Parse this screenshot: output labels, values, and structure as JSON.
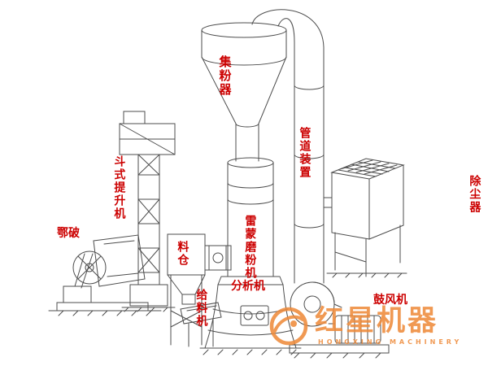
{
  "colors": {
    "background": "#ffffff",
    "label_red": "#cc0000",
    "line_gray": "#4d4d4d",
    "watermark_orange": "#ee8b3c"
  },
  "labels": [
    {
      "id": "powder-collector",
      "text": "集粉器"
    },
    {
      "id": "pipe-device",
      "text": "管道装置"
    },
    {
      "id": "dust-collector",
      "text": "除尘器"
    },
    {
      "id": "bucket-elevator",
      "text": "斗式提升机"
    },
    {
      "id": "jaw-crusher",
      "text": "鄂破"
    },
    {
      "id": "feed-bin",
      "text": "料仓"
    },
    {
      "id": "raymond-mill",
      "text": "雷蒙磨粉机"
    },
    {
      "id": "analyzer",
      "text": "分析机"
    },
    {
      "id": "feeder",
      "text": "给料机"
    },
    {
      "id": "blower",
      "text": "鼓风机"
    }
  ],
  "watermark": {
    "brand": "红星机器",
    "subtitle": "HONGXING MACHINERY"
  }
}
